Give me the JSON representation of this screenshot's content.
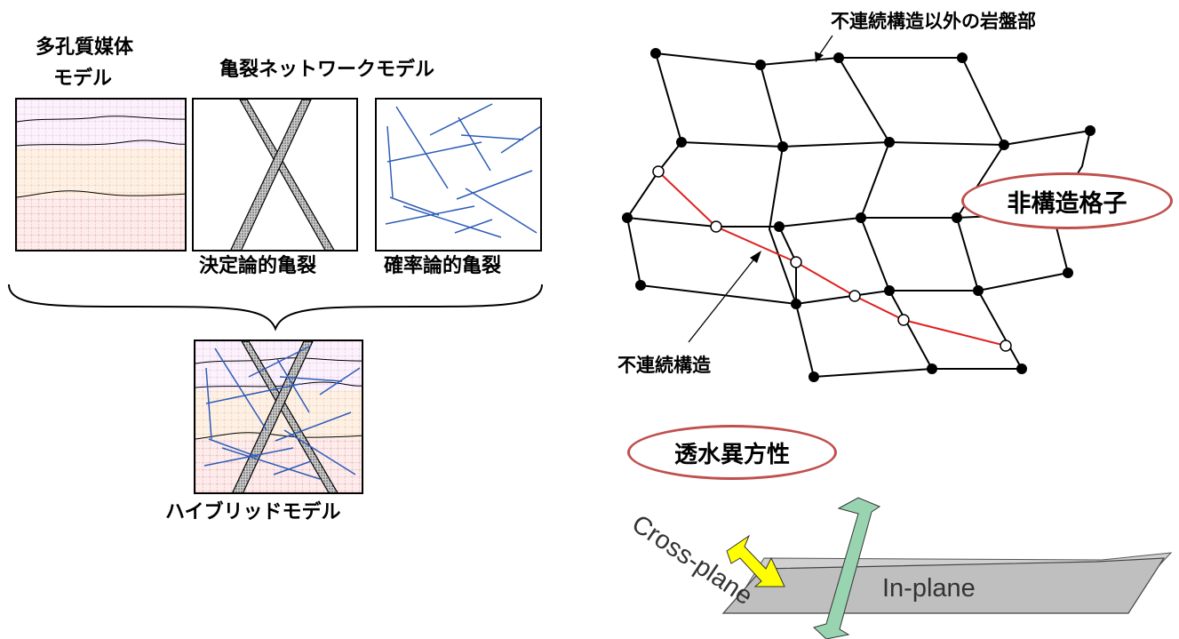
{
  "left": {
    "porous_title_line1": "多孔質媒体",
    "porous_title_line2": "モデル",
    "crack_network_title": "亀裂ネットワークモデル",
    "deterministic_label": "決定論的亀裂",
    "stochastic_label": "確率論的亀裂",
    "hybrid_label": "ハイブリッドモデル"
  },
  "right": {
    "rock_label": "不連続構造以外の岩盤部",
    "unstructured_grid_label": "非構造格子",
    "discontinuity_label": "不連続構造",
    "anisotropy_label": "透水異方性",
    "cross_plane_label": "Cross-plane",
    "in_plane_label": "In-plane"
  },
  "colors": {
    "fracture_blue": "#2e5cb8",
    "discontinuity_red": "#e02020",
    "oval_border": "#c0504d",
    "cross_plane_arrow": "#ffff00",
    "in_plane_arrow": "#99d4b0",
    "plane_gray": "#bfbfbf"
  }
}
